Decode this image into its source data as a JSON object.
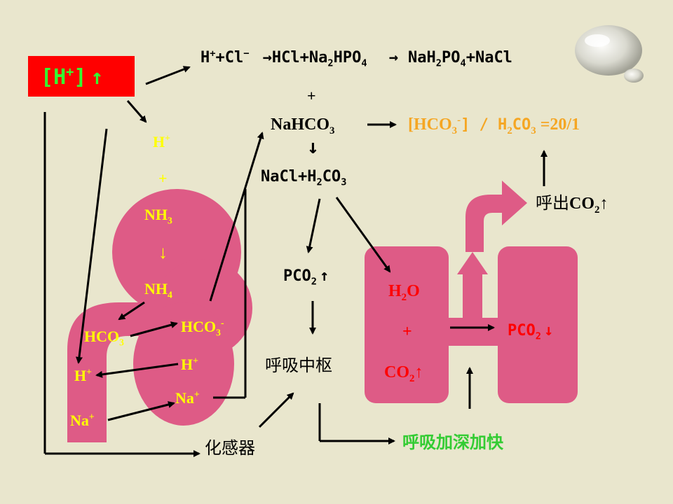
{
  "h_plus_box": {
    "h": "H",
    "plus": "+",
    "arrow": "↑"
  },
  "equation1": {
    "p1": "H",
    "p1sup": "+",
    "p2": "+Cl",
    "p2sup": "−",
    "arrow1": "→",
    "p3": "HCl+Na",
    "p3sub1": "2",
    "p4": "HPO",
    "p4sub": "4",
    "arrow2": "→",
    "p5": "NaH",
    "p5sub": "2",
    "p6": "PO",
    "p6sub": "4",
    "p7": "+NaCl"
  },
  "plus_sign": "+",
  "bicarbonate": {
    "text": "NaHCO",
    "sub": "3"
  },
  "ratio": {
    "open": "[HCO",
    "sub1": "3",
    "sup1": "-",
    "mid": "] / H",
    "sub2": "2",
    "end": "CO",
    "sub3": "3",
    "value": " =20/1"
  },
  "exhale": {
    "text": "呼出",
    "co": "CO",
    "sub": "2",
    "arrow": "↑"
  },
  "down_arrow": "↓",
  "nacl_h2co3": {
    "p1": "NaCl+H",
    "sub1": "2",
    "p2": "CO",
    "sub2": "3"
  },
  "pco2_up": {
    "text": "PCO",
    "sub": "2",
    "arrow": "↑"
  },
  "resp_center": "呼吸中枢",
  "chemoreceptor": "化感器",
  "resp_faster": "呼吸加深加快",
  "lung": {
    "h2o": "H",
    "h2o_sub": "2",
    "h2o_end": "O",
    "plus": "+",
    "co2": "CO",
    "co2_sub": "2",
    "co2_arrow": "↑",
    "pco2": "PCO",
    "pco2_sub": "2",
    "pco2_arrow": "↓"
  },
  "kidney": {
    "h": "H",
    "h_sup": "+",
    "plus": "+",
    "nh3": "NH",
    "nh3_sub": "3",
    "arrow": "↓",
    "nh4": "NH",
    "nh4_sub": "4",
    "hco3_right": "HCO",
    "hco3_right_sub": "3",
    "hco3_right_sup": "-",
    "hco3_left": "HCO",
    "hco3_left_sub": "3",
    "h_right": "H",
    "h_right_sup": "+",
    "h_left": "H",
    "h_left_sup": "+",
    "na_right": "Na",
    "na_right_sup": "+",
    "na_left": "Na",
    "na_left_sup": "+"
  },
  "colors": {
    "background": "#e9e6cd",
    "organ": "#de5b86",
    "red": "#ff0000",
    "yellow": "#ffff00",
    "orange": "#f5a623",
    "green": "#33cc33"
  }
}
